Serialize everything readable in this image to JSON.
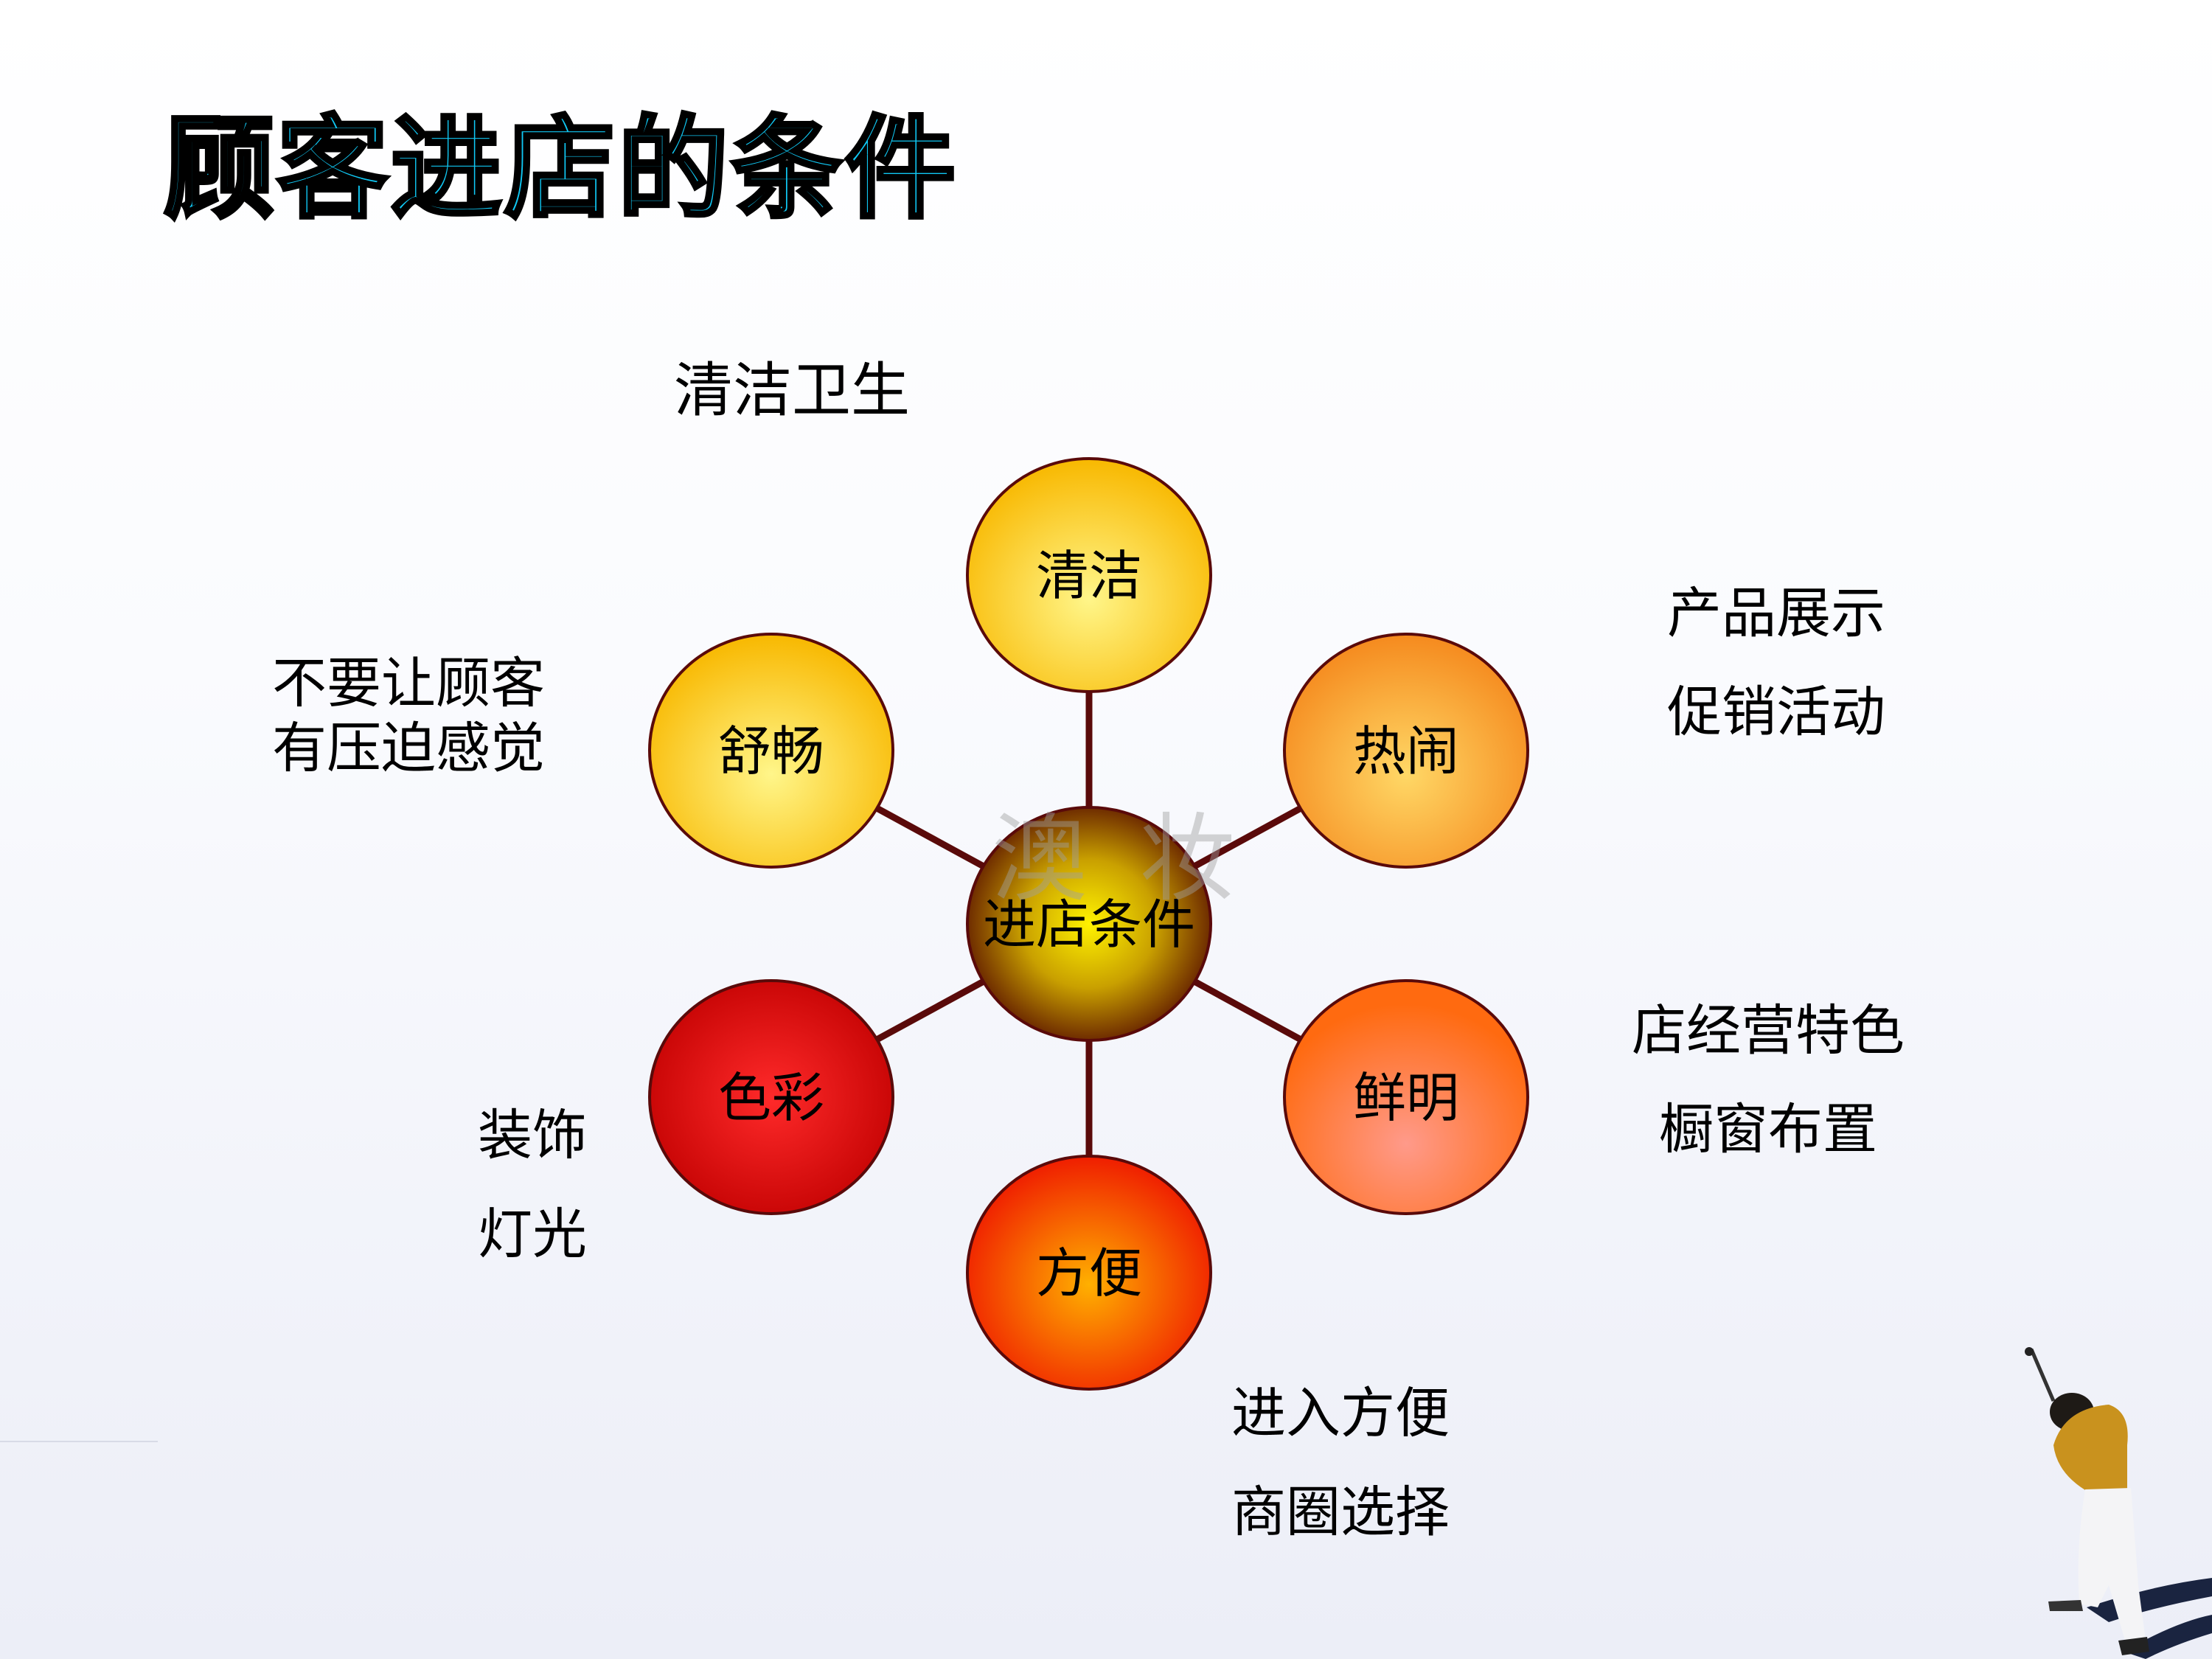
{
  "title": "顾客进店的条件",
  "center": "进店条件",
  "watermark": "澳妆",
  "nodes": [
    "清洁",
    "热闹",
    "鲜明",
    "方便",
    "色彩",
    "舒畅"
  ],
  "labels": {
    "clean": "清洁卫生",
    "comfort": [
      "不要让顾客",
      "有压迫感觉"
    ],
    "lively": [
      "产品展示",
      "促销活动"
    ],
    "bright": [
      "店经营特色",
      "橱窗布置"
    ],
    "color": [
      "装饰",
      "灯光"
    ],
    "convenient": [
      "进入方便",
      "商圈选择"
    ]
  },
  "colors": {
    "title": "#10c8f4",
    "outline": "#5a0a0a"
  }
}
